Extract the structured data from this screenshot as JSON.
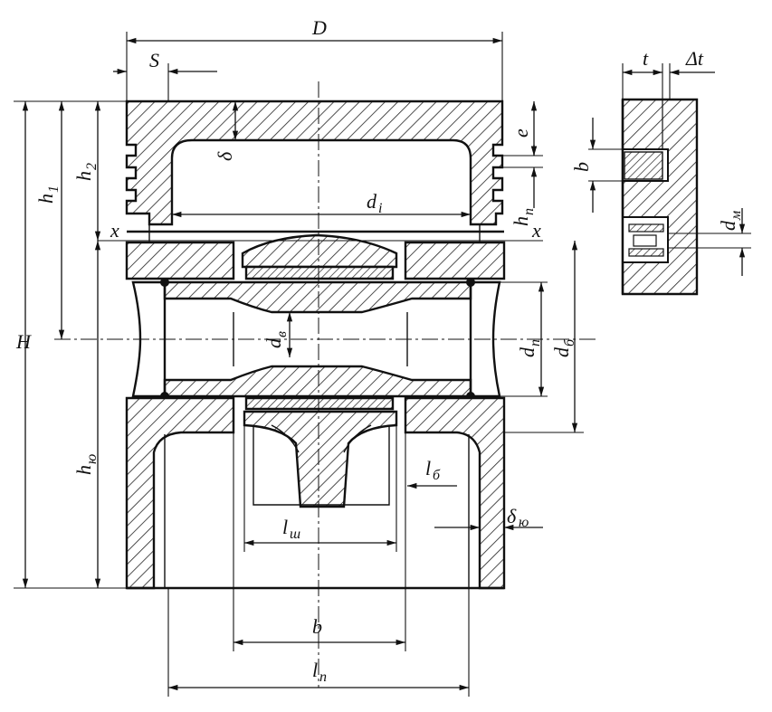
{
  "figure": {
    "labels": {
      "D": "D",
      "S": "S",
      "H": "H",
      "h1": "h",
      "h1_sub": "1",
      "h2": "h",
      "h2_sub": "2",
      "e": "e",
      "delta": "δ",
      "d_i": "d",
      "d_i_sub": "i",
      "h_p": "h",
      "h_p_sub": "п",
      "x_left": "x",
      "x_right": "x",
      "d_v": "d",
      "d_v_sub": "в",
      "d_p": "d",
      "d_p_sub": "п",
      "d_b": "d",
      "d_b_sub": "б",
      "h_yu": "h",
      "h_yu_sub": "ю",
      "l_b": "l",
      "l_b_sub": "б",
      "l_sh": "l",
      "l_sh_sub": "ш",
      "delta_yu": "δ",
      "delta_yu_sub": "ю",
      "b": "b",
      "l_p": "l",
      "l_p_sub": "п"
    },
    "inset_labels": {
      "t": "t",
      "delta_t": "Δt",
      "b": "b",
      "d_m": "d",
      "d_m_sub": "м"
    }
  }
}
